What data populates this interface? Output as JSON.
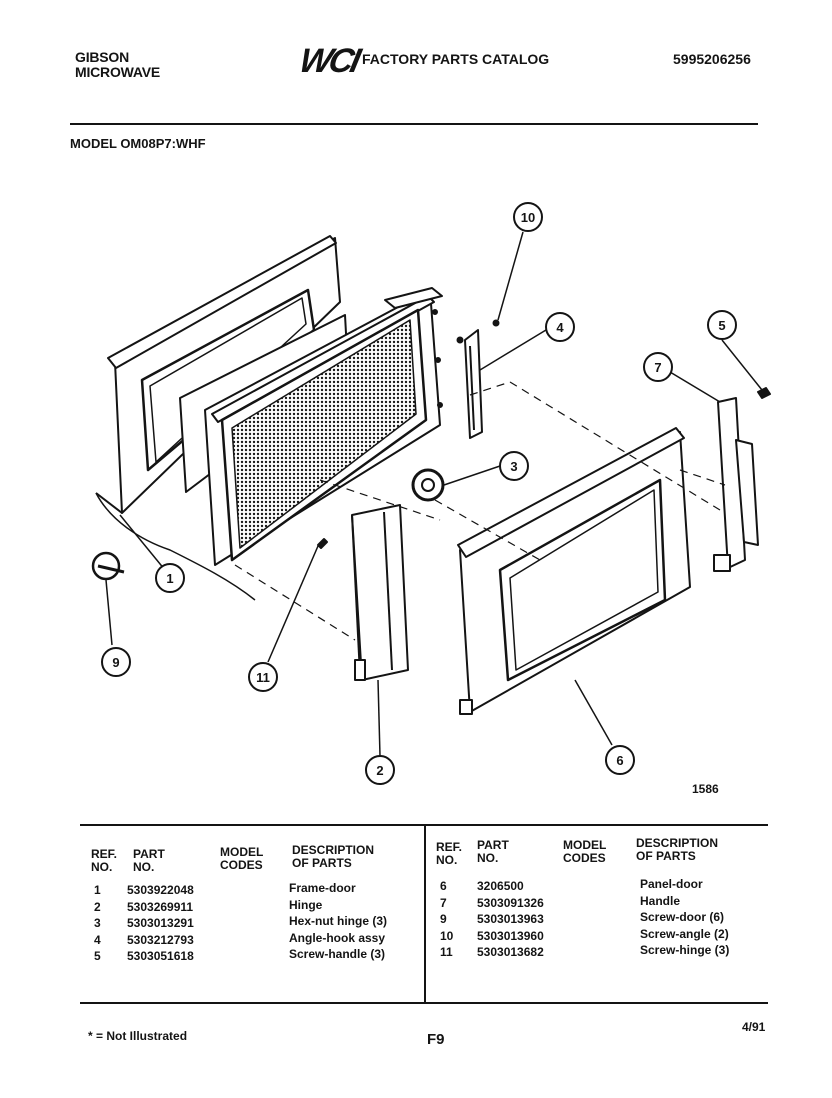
{
  "header": {
    "brand_line1": "GIBSON",
    "brand_line2": "MICROWAVE",
    "logo": "WCI",
    "catalog_title": "FACTORY PARTS CATALOG",
    "catalog_number": "5995206256",
    "model_label": "MODEL OM08P7:WHF"
  },
  "diagram": {
    "id_number": "1586",
    "callouts": [
      "1",
      "2",
      "3",
      "4",
      "5",
      "6",
      "7",
      "9",
      "10",
      "11"
    ]
  },
  "table": {
    "headers": {
      "ref_line1": "REF.",
      "ref_line2": "NO.",
      "part_line1": "PART",
      "part_line2": "NO.",
      "model_line1": "MODEL",
      "model_line2": "CODES",
      "desc_line1": "DESCRIPTION",
      "desc_line2": "OF PARTS"
    },
    "left_rows": [
      {
        "ref": "1",
        "part": "5303922048",
        "desc": "Frame-door"
      },
      {
        "ref": "2",
        "part": "5303269911",
        "desc": "Hinge"
      },
      {
        "ref": "3",
        "part": "5303013291",
        "desc": "Hex-nut hinge (3)"
      },
      {
        "ref": "4",
        "part": "5303212793",
        "desc": "Angle-hook assy"
      },
      {
        "ref": "5",
        "part": "5303051618",
        "desc": "Screw-handle (3)"
      }
    ],
    "right_rows": [
      {
        "ref": "6",
        "part": "3206500",
        "desc": "Panel-door"
      },
      {
        "ref": "7",
        "part": "5303091326",
        "desc": "Handle"
      },
      {
        "ref": "9",
        "part": "5303013963",
        "desc": "Screw-door (6)"
      },
      {
        "ref": "10",
        "part": "5303013960",
        "desc": "Screw-angle (2)"
      },
      {
        "ref": "11",
        "part": "5303013682",
        "desc": "Screw-hinge (3)"
      }
    ]
  },
  "footer": {
    "note": "* = Not Illustrated",
    "page": "F9",
    "date": "4/91"
  }
}
